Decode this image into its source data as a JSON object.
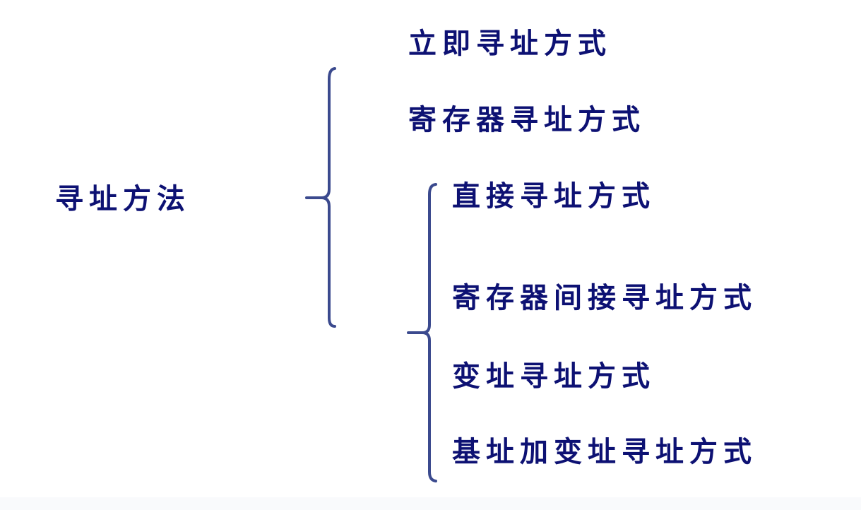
{
  "root": {
    "label": "寻址方法"
  },
  "level1": [
    {
      "label": "立即寻址方式"
    },
    {
      "label": "寄存器寻址方式"
    }
  ],
  "level2": [
    {
      "label": "直接寻址方式"
    },
    {
      "label": "寄存器间接寻址方式"
    },
    {
      "label": "变址寻址方式"
    },
    {
      "label": "基址加变址寻址方式"
    }
  ],
  "colors": {
    "text": "#0d1173",
    "brace": "#3b4a8e"
  }
}
